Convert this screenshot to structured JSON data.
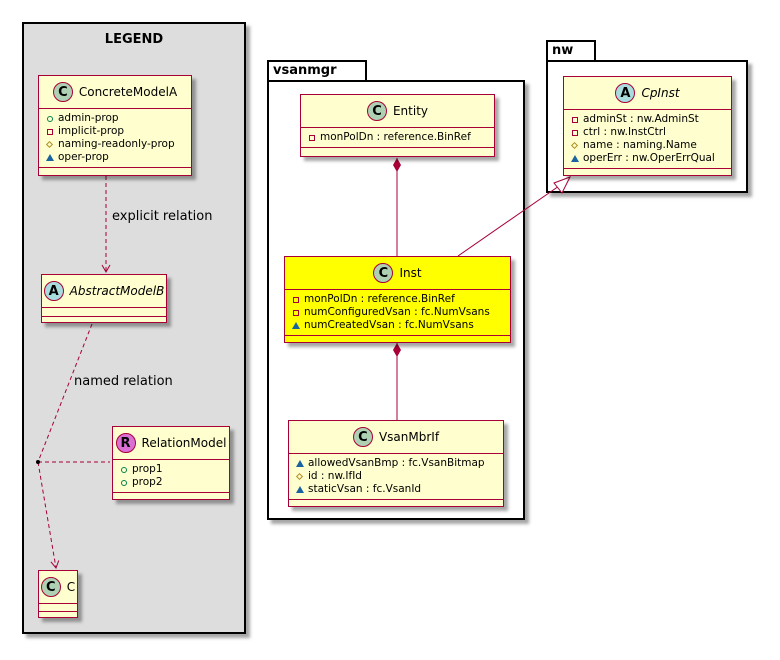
{
  "legend": {
    "title": "LEGEND",
    "concrete": {
      "stereo": "C",
      "name": "ConcreteModelA",
      "attrs": [
        {
          "vis": "pub",
          "text": "admin-prop"
        },
        {
          "vis": "priv",
          "text": "implicit-prop"
        },
        {
          "vis": "prot",
          "text": "naming-readonly-prop"
        },
        {
          "vis": "pkg",
          "text": "oper-prop"
        }
      ]
    },
    "abstract": {
      "stereo": "A",
      "name": "AbstractModelB"
    },
    "relation": {
      "stereo": "R",
      "name": "RelationModel",
      "attrs": [
        {
          "vis": "pub",
          "text": "prop1"
        },
        {
          "vis": "pub",
          "text": "prop2"
        }
      ]
    },
    "c": {
      "stereo": "C",
      "name": "C"
    },
    "explicit_label": "explicit relation",
    "named_label": "named relation"
  },
  "packages": {
    "vsanmgr": "vsanmgr",
    "nw": "nw"
  },
  "classes": {
    "entity": {
      "stereo": "C",
      "name": "Entity",
      "attrs": [
        {
          "vis": "priv",
          "text": "monPolDn : reference.BinRef"
        }
      ]
    },
    "inst": {
      "stereo": "C",
      "name": "Inst",
      "attrs": [
        {
          "vis": "priv",
          "text": "monPolDn : reference.BinRef"
        },
        {
          "vis": "priv",
          "text": "numConfiguredVsan : fc.NumVsans"
        },
        {
          "vis": "pkg",
          "text": "numCreatedVsan : fc.NumVsans"
        }
      ]
    },
    "vsanmbrif": {
      "stereo": "C",
      "name": "VsanMbrIf",
      "attrs": [
        {
          "vis": "pkg",
          "text": "allowedVsanBmp : fc.VsanBitmap"
        },
        {
          "vis": "prot",
          "text": "id : nw.IfId"
        },
        {
          "vis": "pkg",
          "text": "staticVsan : fc.VsanId"
        }
      ]
    },
    "cpinst": {
      "stereo": "A",
      "name": "CpInst",
      "attrs": [
        {
          "vis": "priv",
          "text": "adminSt : nw.AdminSt"
        },
        {
          "vis": "priv",
          "text": "ctrl : nw.InstCtrl"
        },
        {
          "vis": "prot",
          "text": "name : naming.Name"
        },
        {
          "vis": "pkg",
          "text": "operErr : nw.OperErrQual"
        }
      ]
    }
  },
  "colors": {
    "class_fill": "#fefece",
    "class_border": "#a80036",
    "highlight_fill": "#ffff00",
    "circle_C": "#add1b2",
    "circle_A": "#a9dcdf",
    "circle_R": "#da70d6",
    "edge": "#a80036",
    "legend_bg": "#dddddd"
  }
}
